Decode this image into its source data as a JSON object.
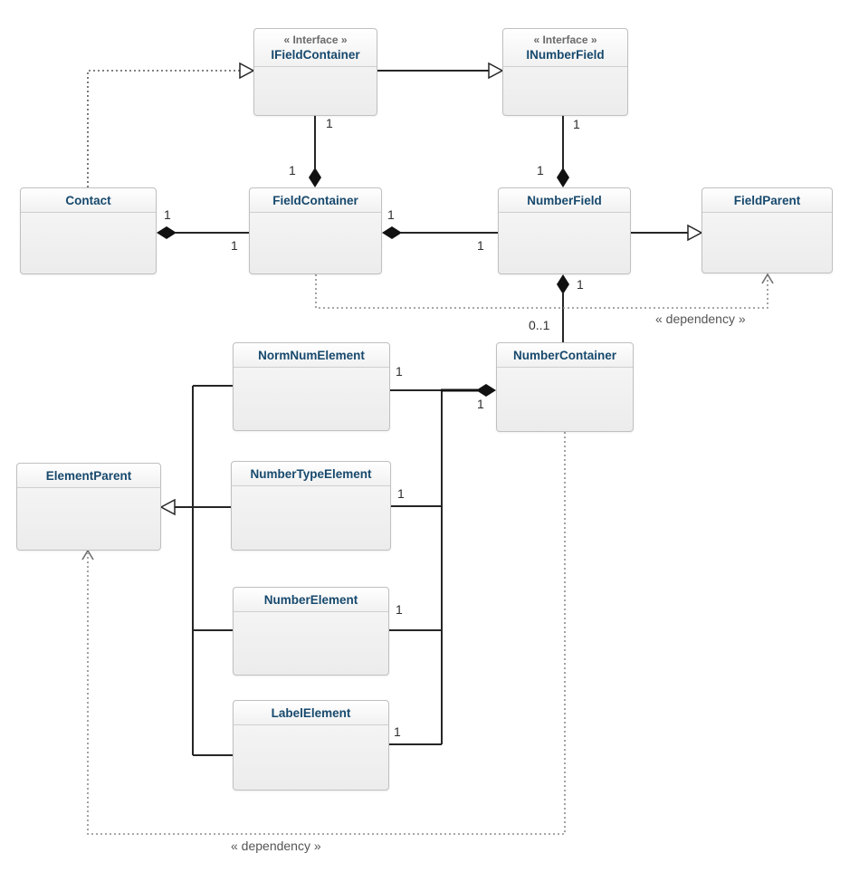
{
  "diagram": {
    "type": "uml-class-diagram",
    "colors": {
      "class_title": "#17496d",
      "stereotype_text": "#6a6a6a",
      "solid_line": "#262626",
      "dotted_line": "#8c8c8c",
      "box_border": "#c0c0c0",
      "box_fill": "#f1f1f1"
    },
    "classes": {
      "ifieldcontainer": {
        "stereotype": "« Interface »",
        "name": "IFieldContainer"
      },
      "inumberfield": {
        "stereotype": "« Interface »",
        "name": "INumberField"
      },
      "contact": {
        "name": "Contact"
      },
      "fieldcontainer": {
        "name": "FieldContainer"
      },
      "numberfield": {
        "name": "NumberField"
      },
      "fieldparent": {
        "name": "FieldParent"
      },
      "numbercontainer": {
        "name": "NumberContainer"
      },
      "normnumelement": {
        "name": "NormNumElement"
      },
      "numbertypeelement": {
        "name": "NumberTypeElement"
      },
      "numberelement": {
        "name": "NumberElement"
      },
      "labelelement": {
        "name": "LabelElement"
      },
      "elementparent": {
        "name": "ElementParent"
      }
    },
    "labels": {
      "m_ifc_fc_top": "1",
      "m_ifc_fc_bottom": "1",
      "m_inf_nf_top": "1",
      "m_inf_nf_bottom": "1",
      "m_contact_side": "1",
      "m_fc_left": "1",
      "m_fc_side": "1",
      "m_nf_left": "1",
      "m_nf_bottom": "1",
      "m_nc_top": "0..1",
      "m_nc_left": "1",
      "m_normnum": "1",
      "m_numbertype": "1",
      "m_numberelement": "1",
      "m_labelelement": "1",
      "dep_fieldparent": "« dependency »",
      "dep_elementparent": "« dependency »"
    }
  }
}
